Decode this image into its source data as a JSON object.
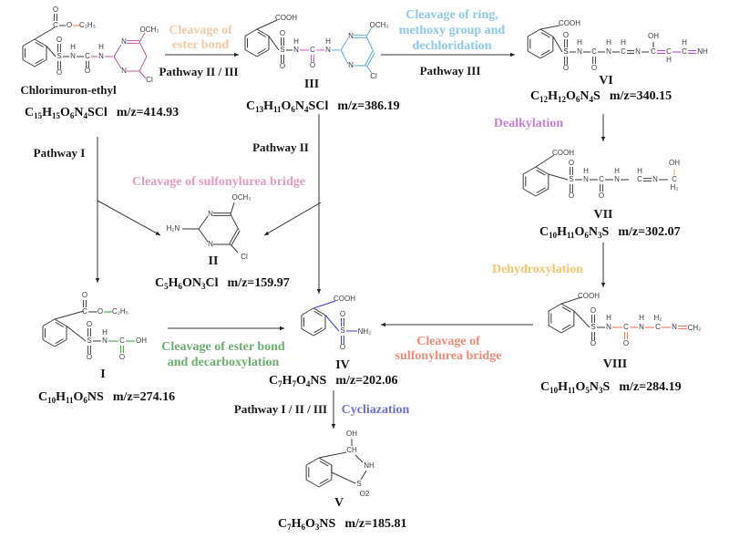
{
  "colors": {
    "ester_cleavage": "#f2c9a6",
    "ring_cleavage": "#8ec8ea",
    "dealkylation": "#c47fd6",
    "dehydroxylation": "#f7c46a",
    "sulfonylurea_cleavage_II": "#e39bbf",
    "sulfonylurea_cleavage_VIII": "#f08a78",
    "decarboxylation": "#6cae6c",
    "cycliazation": "#6d6ddb",
    "chlorimuron_group": "#c0559a",
    "compound_III_bridge": "#d64fd6",
    "compound_III_ring": "#5aa8dc",
    "compound_VI_tail": "#a33fc9",
    "compound_VII_tail": "#f0a93a",
    "compound_VIII_tail": "#ef6b55",
    "compound_I_tail": "#3b9b3b",
    "compound_IV_group": "#3b3bd6",
    "ethyl_group": "#e08a2a"
  },
  "compounds": {
    "chlorimuron": {
      "name": "Chlorimuron-ethyl",
      "formula": [
        "C",
        "15",
        "H",
        "15",
        "O",
        "6",
        "N",
        "4",
        "SCl"
      ],
      "mz": "m/z=414.93"
    },
    "III": {
      "id": "III",
      "formula": [
        "C",
        "13",
        "H",
        "11",
        "O",
        "6",
        "N",
        "4",
        "SCl"
      ],
      "mz": "m/z=386.19"
    },
    "VI": {
      "id": "VI",
      "formula": [
        "C",
        "12",
        "H",
        "12",
        "O",
        "6",
        "N",
        "4",
        "S"
      ],
      "mz": "m/z=340.15"
    },
    "II": {
      "id": "II",
      "formula": [
        "C",
        "5",
        "H",
        "6",
        "ON",
        "3",
        "Cl"
      ],
      "mz": "m/z=159.97"
    },
    "VII": {
      "id": "VII",
      "formula": [
        "C",
        "10",
        "H",
        "11",
        "O",
        "6",
        "N",
        "3",
        "S"
      ],
      "mz": "m/z=302.07"
    },
    "I": {
      "id": "I",
      "formula": [
        "C",
        "10",
        "H",
        "11",
        "O",
        "6",
        "NS"
      ],
      "mz": "m/z=274.16"
    },
    "IV": {
      "id": "IV",
      "formula": [
        "C",
        "7",
        "H",
        "7",
        "O",
        "4",
        "NS"
      ],
      "mz": "m/z=202.06"
    },
    "VIII": {
      "id": "VIII",
      "formula": [
        "C",
        "10",
        "H",
        "11",
        "O",
        "5",
        "N",
        "3",
        "S"
      ],
      "mz": "m/z=284.19"
    },
    "V": {
      "id": "V",
      "formula": [
        "C",
        "7",
        "H",
        "6",
        "O",
        "3",
        "NS"
      ],
      "mz": "m/z=185.81"
    }
  },
  "steps": {
    "ester_cleavage": [
      "Cleavage of",
      "ester bond"
    ],
    "pathway_II_III": "Pathway II / III",
    "ring_cleavage": [
      "Cleavage of ring,",
      "methoxy group and",
      "dechloridation"
    ],
    "pathway_III": "Pathway III",
    "pathway_I": "Pathway I",
    "pathway_II": "Pathway II",
    "sulfonylurea_cleavage_II": "Cleavage of sulfonylurea bridge",
    "dealkylation": "Dealkylation",
    "dehydroxylation": "Dehydroxylation",
    "decarboxylation": [
      "Cleavage of ester bond",
      "and decarboxylation"
    ],
    "sulfonylurea_cleavage_VIII": [
      "Cleavage of",
      "sulfonylurea bridge"
    ],
    "pathway_all": "Pathway I / II / III",
    "cycliazation": "Cycliazation"
  },
  "atoms": {
    "O": "O",
    "S": "S",
    "N": "N",
    "H": "H",
    "C": "C",
    "Cl": "Cl",
    "OH": "OH",
    "COOH": "COOH",
    "OCH3": "OCH₃",
    "C2H5": "C₂H₅",
    "H2N": "H₂N",
    "NH2": "NH₂",
    "NH": "NH",
    "CH": "CH",
    "CH2": "CH₂",
    "H2": "H₂",
    "O2": "O2"
  }
}
